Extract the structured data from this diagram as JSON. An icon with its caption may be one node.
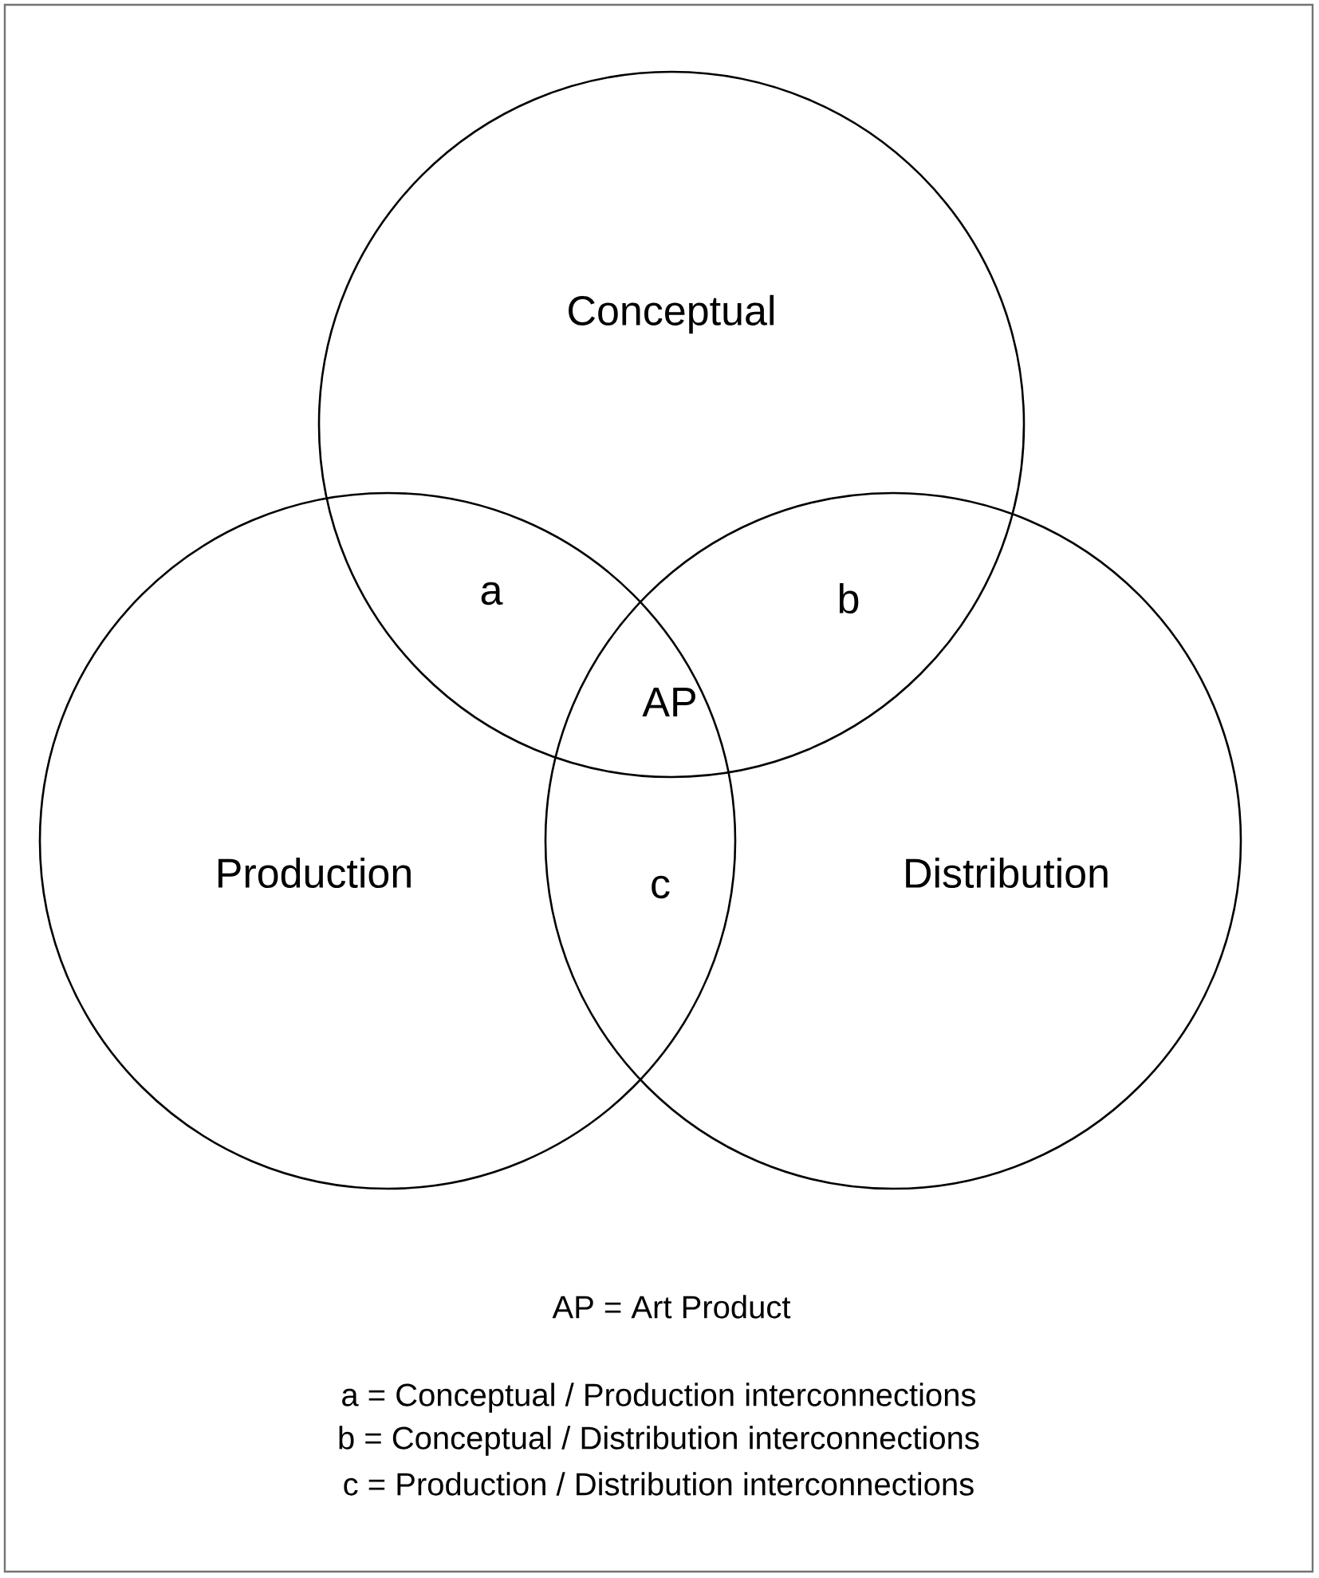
{
  "diagram": {
    "nodes": [
      {
        "text": [
          "Conceptual"
        ]
      },
      {
        "text": [
          "Production"
        ]
      },
      {
        "text": [
          "Distribution"
        ]
      }
    ],
    "labels": [
      "a",
      "b",
      "AP",
      "c",
      "AP = Art Product",
      "a = Conceptual / Production interconnections",
      "b = Conceptual / Distribution interconnections",
      "c = Production / Distribution interconnections"
    ]
  }
}
